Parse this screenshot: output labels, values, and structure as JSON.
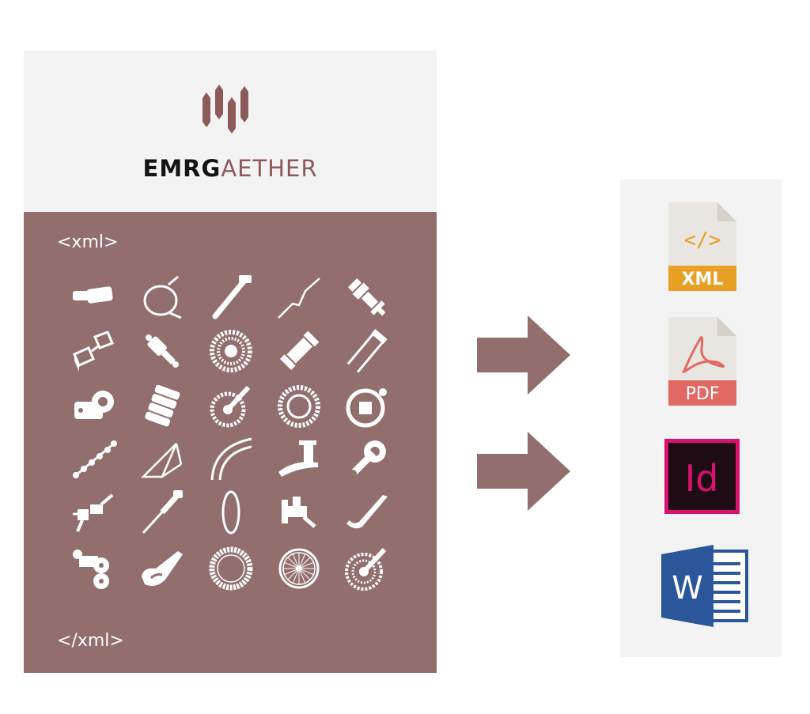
{
  "brand": {
    "part1": "EMRG",
    "part2": "AETHER"
  },
  "xml_open": "<xml>",
  "xml_close": "</xml>",
  "colors": {
    "brown": "#926e6c",
    "logo": "#8d5a5a",
    "panel": "#f3f3f3",
    "xml_orange": "#e7a024",
    "pdf_red": "#e06a63",
    "indesign_pink": "#d8126e",
    "word_blue": "#2b579a"
  },
  "formats": {
    "xml": {
      "label": "XML",
      "glyph": "</>"
    },
    "pdf": {
      "label": "PDF"
    },
    "indesign": {
      "label": "Id"
    },
    "word": {
      "label": "W"
    }
  },
  "icons": [
    "handlebar-grip-icon",
    "brake-cable-icon",
    "seatpost-icon",
    "handlebar-icon",
    "hub-icon",
    "pedal-icon",
    "shock-absorber-icon",
    "cassette-icon",
    "headset-shock-icon",
    "suspension-fork-icon",
    "stem-icon",
    "bottom-bracket-icon",
    "crankset-icon",
    "chainring-icon",
    "disc-rotor-icon",
    "chain-icon",
    "frame-icon",
    "fender-icon",
    "front-derailleur-icon",
    "crank-arm-icon",
    "brake-caliper-icon",
    "dropper-post-icon",
    "rim-icon",
    "shifter-icon",
    "chainstay-guard-icon",
    "rear-derailleur-icon",
    "saddle-icon",
    "tire-icon",
    "wheel-icon",
    "double-crankset-icon"
  ]
}
